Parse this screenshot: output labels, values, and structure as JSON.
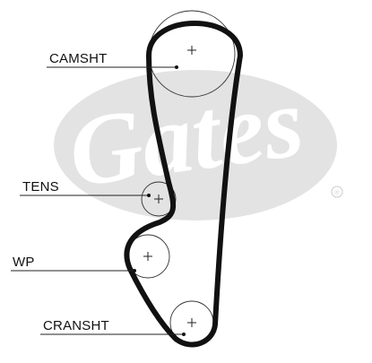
{
  "watermark": {
    "brand": "Gates",
    "registered_mark": "®",
    "color": "#e3e3e3"
  },
  "belt": {
    "color": "#111111"
  },
  "pulleys": [
    {
      "key": "camshaft",
      "label": "CAMSHT"
    },
    {
      "key": "tensioner",
      "label": "TENS"
    },
    {
      "key": "water-pump",
      "label": "WP"
    },
    {
      "key": "crankshaft",
      "label": "CRANSHT"
    }
  ]
}
